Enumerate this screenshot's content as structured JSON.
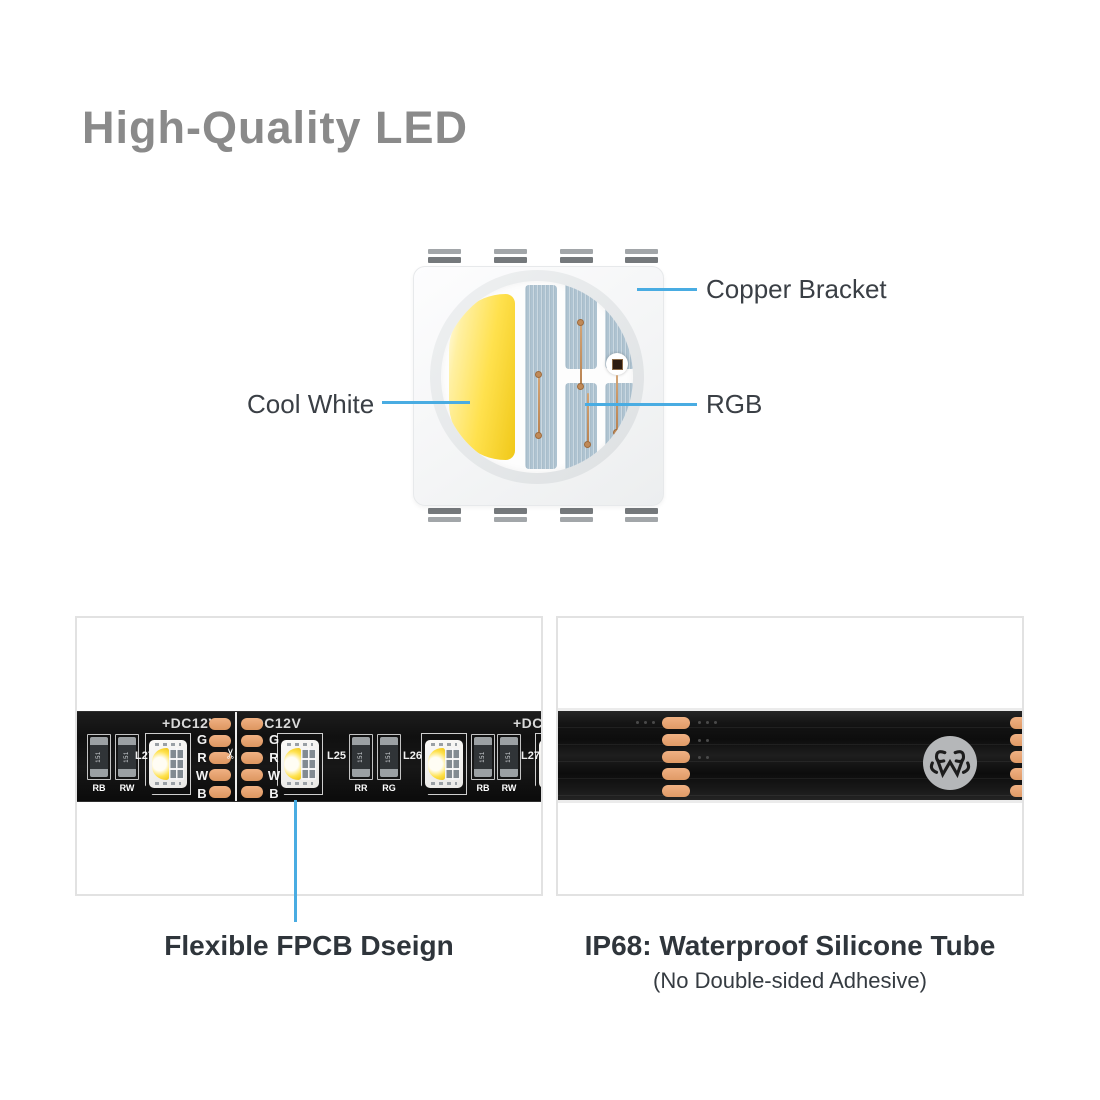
{
  "page": {
    "title": "High-Quality LED"
  },
  "colors": {
    "accent": "#49ace2"
  },
  "diagram": {
    "callouts": {
      "copper_bracket": "Copper Bracket",
      "cool_white": "Cool White",
      "rgb": "RGB"
    }
  },
  "panels": {
    "left": {
      "caption": "Flexible FPCB Dseign",
      "strip": {
        "voltage_label": "+DC12V",
        "channels": [
          "G",
          "R",
          "W",
          "B"
        ],
        "resistor_value": "151",
        "group1": {
          "r1": "RB",
          "r2": "RW",
          "led": "L27"
        },
        "group2": {
          "label_left": "L25",
          "r1": "RR",
          "r2": "RG",
          "label_right": "L26"
        },
        "group3": {
          "r1": "RB",
          "r2": "RW",
          "led": "L27"
        }
      }
    },
    "right": {
      "caption": "IP68: Waterproof Silicone Tube",
      "subcaption": "(No Double-sided Adhesive)"
    }
  },
  "icons": {
    "scissors": "✂"
  }
}
